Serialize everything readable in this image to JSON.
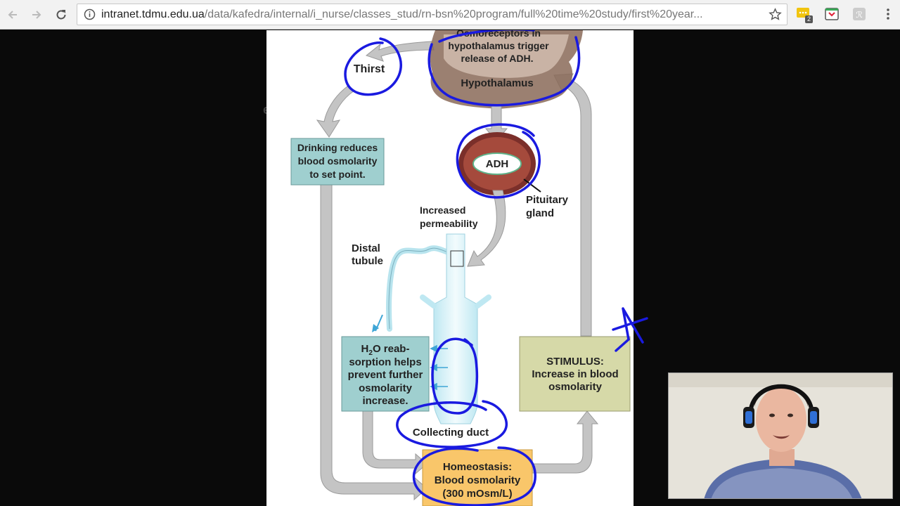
{
  "browser": {
    "url_host": "intranet.tdmu.edu.ua",
    "url_path": "/data/kafedra/internal/i_nurse/classes_stud/rn-bsn%20program/full%20time%20study/first%20year...",
    "extension_badge": "2"
  },
  "left_fragment": "e",
  "diagram": {
    "osmoreceptors_1": "Osmoreceptors in",
    "osmoreceptors_2": "hypothalamus trigger",
    "osmoreceptors_3": "release of ADH.",
    "hypothalamus": "Hypothalamus",
    "thirst": "Thirst",
    "drinking_1": "Drinking reduces",
    "drinking_2": "blood osmolarity",
    "drinking_3": "to set point.",
    "adh": "ADH",
    "pituitary_1": "Pituitary",
    "pituitary_2": "gland",
    "increased_1": "Increased",
    "increased_2": "permeability",
    "distal_1": "Distal",
    "distal_2": "tubule",
    "h2o_1a": "H",
    "h2o_1b": "2",
    "h2o_1c": "O reab-",
    "h2o_2": "sorption helps",
    "h2o_3": "prevent further",
    "h2o_4": "osmolarity",
    "h2o_5": "increase.",
    "stimulus_1": "STIMULUS:",
    "stimulus_2": "Increase in blood",
    "stimulus_3": "osmolarity",
    "collecting": "Collecting duct",
    "homeo_1": "Homeostasis:",
    "homeo_2": "Blood osmolarity",
    "homeo_3": "(300 mOsm/L)"
  },
  "colors": {
    "teal_box": "#9fcfcf",
    "olive_box": "#d6d9a8",
    "orange_box": "#f9c66a",
    "arrow_gray": "#c4c4c4",
    "annotation_blue": "#1a1ae0",
    "duct_blue": "#d8f1f7"
  }
}
